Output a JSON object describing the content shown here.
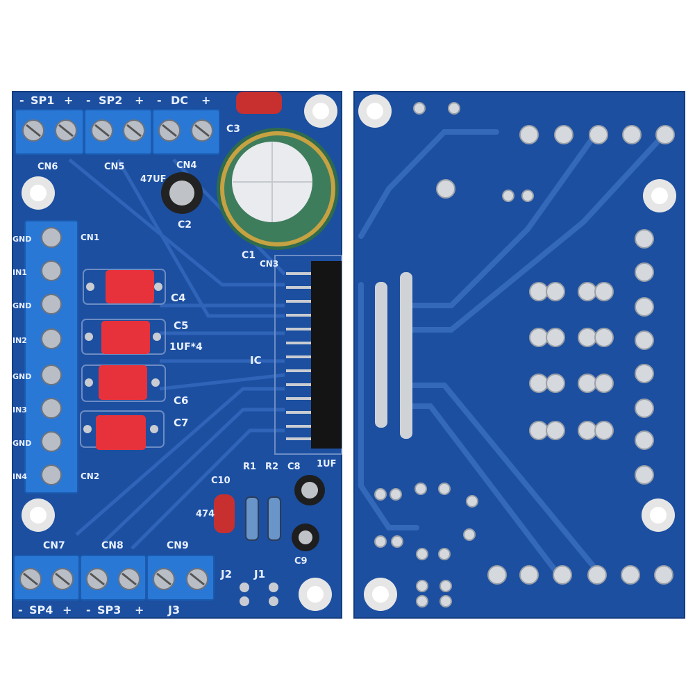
{
  "front_board": {
    "top_terminals": [
      "SP1",
      "SP2",
      "DC"
    ],
    "top_connectors": [
      "CN6",
      "CN5",
      "CN4"
    ],
    "input_pins": [
      "GND",
      "IN1",
      "GND",
      "IN2",
      "GND",
      "IN3",
      "GND",
      "IN4"
    ],
    "side_connectors": [
      "CN1",
      "CN2",
      "CN3"
    ],
    "capacitors": [
      "C1",
      "C2",
      "C3",
      "C4",
      "C5",
      "C6",
      "C7",
      "C8",
      "C9",
      "C10"
    ],
    "cap_value_47": "47UF",
    "cap_value_1uf": "1UF*4",
    "chip_label": "IC",
    "resistors": [
      "R1",
      "R2"
    ],
    "cap_value_474": "474",
    "bottom_connectors": [
      "CN7",
      "CN8",
      "CN9"
    ],
    "bottom_terminals": [
      "SP4",
      "SP3",
      "J3"
    ],
    "jumpers": [
      "J2",
      "J1"
    ],
    "minus_sign": "-",
    "plus_sign": "+",
    "c8_value": "1UF"
  },
  "colors": {
    "board_blue": "#1c4fa0",
    "terminal_blue": "#2a78d6",
    "cap_red": "#e8323b",
    "silver": "#c9ccd2"
  }
}
